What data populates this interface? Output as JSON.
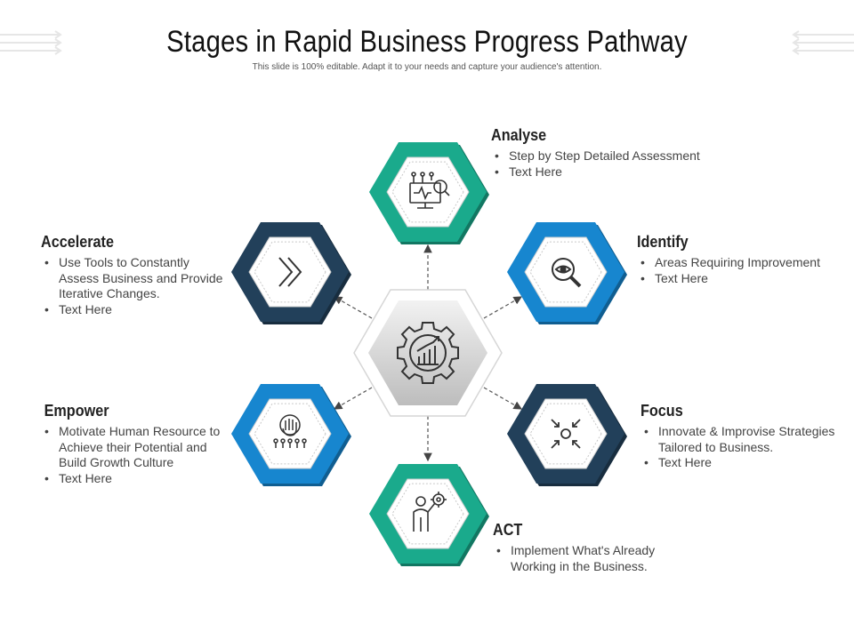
{
  "title": "Stages in Rapid Business Progress Pathway",
  "subtitle": "This slide is 100% editable. Adapt it to your needs and capture your audience's attention.",
  "colors": {
    "teal": "#1aaa8c",
    "blue": "#1786cf",
    "navy": "#22405a",
    "center": "#d9d9d9"
  },
  "center": {
    "icon": "gear-chart-icon"
  },
  "stages": [
    {
      "key": "analyse",
      "title": "Analyse",
      "icon": "monitor-analysis-icon",
      "bullets": [
        "Step by Step Detailed Assessment",
        "Text Here"
      ]
    },
    {
      "key": "identify",
      "title": "Identify",
      "icon": "eye-magnifier-icon",
      "bullets": [
        "Areas Requiring Improvement",
        "Text Here"
      ]
    },
    {
      "key": "focus",
      "title": "Focus",
      "icon": "converging-arrows-icon",
      "bullets": [
        "Innovate & Improvise Strategies Tailored to Business.",
        "Text Here"
      ]
    },
    {
      "key": "act",
      "title": "ACT",
      "icon": "person-gear-icon",
      "bullets": [
        "Implement What's Already Working in the Business."
      ]
    },
    {
      "key": "empower",
      "title": "Empower",
      "icon": "team-hand-icon",
      "bullets": [
        "Motivate Human Resource to Achieve their Potential and Build Growth Culture",
        "Text Here"
      ]
    },
    {
      "key": "accelerate",
      "title": "Accelerate",
      "icon": "double-chevron-icon",
      "bullets": [
        "Use Tools to Constantly Assess Business and Provide Iterative Changes.",
        "Text Here"
      ]
    }
  ]
}
